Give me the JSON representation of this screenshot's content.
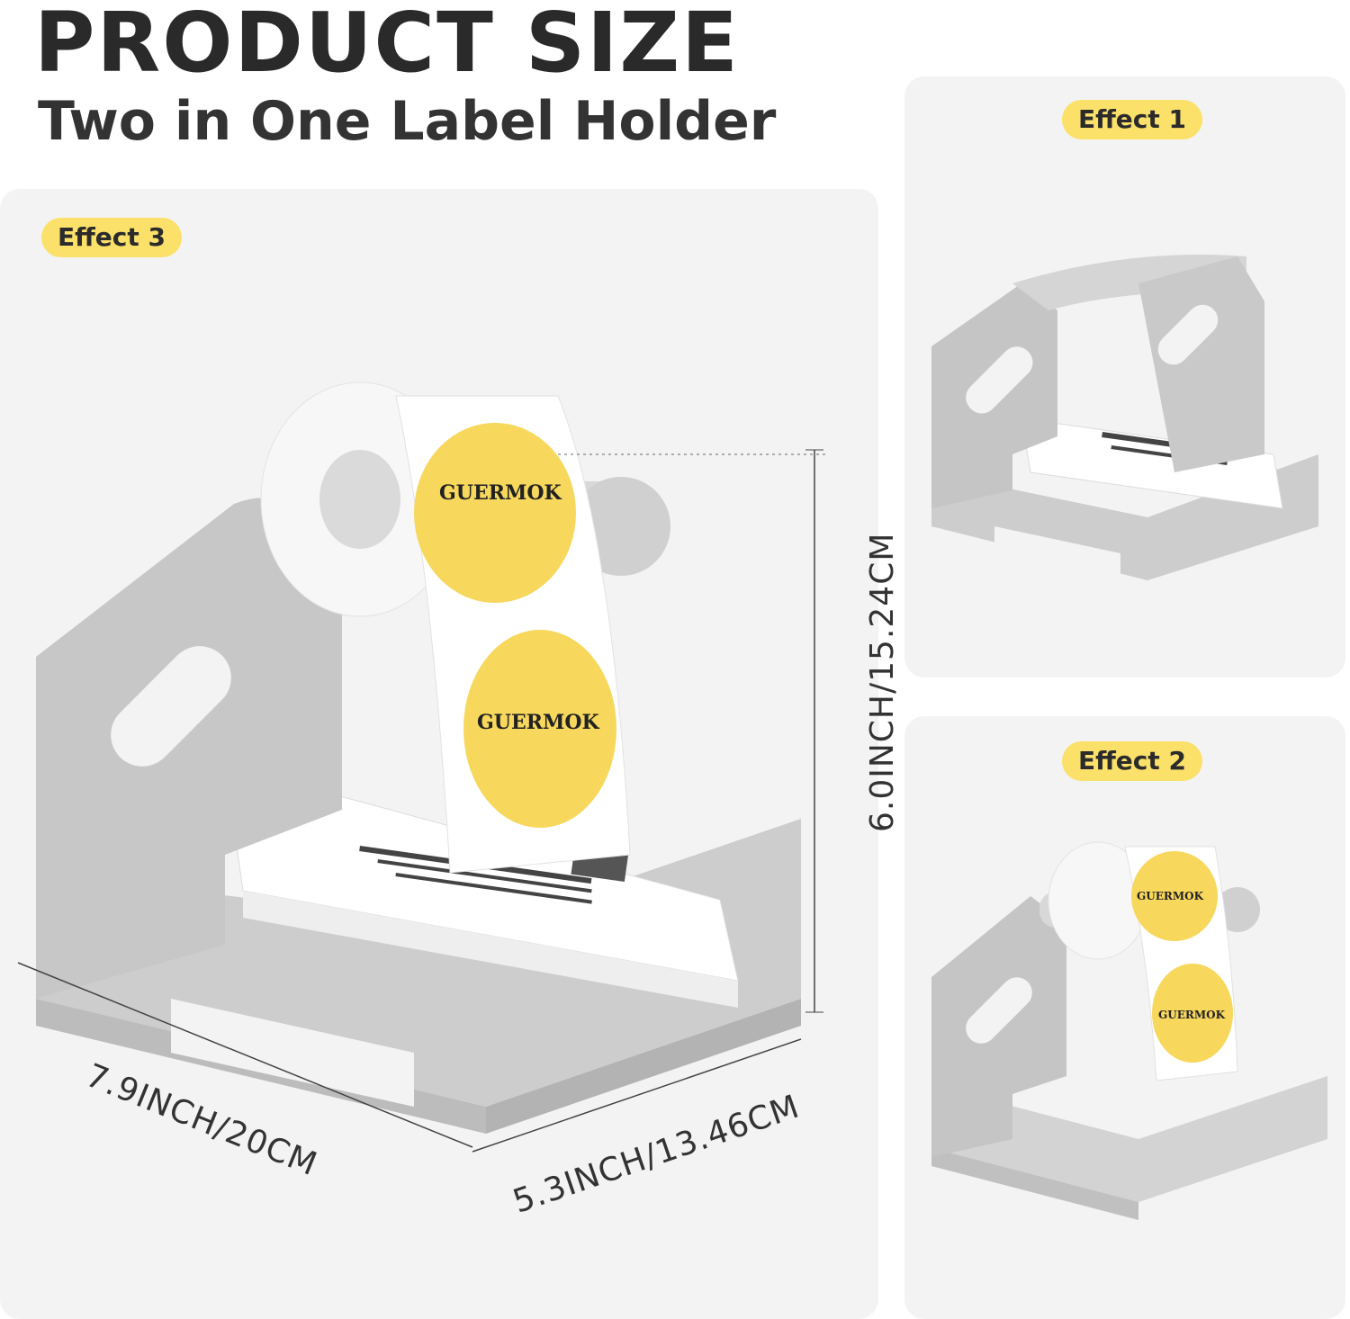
{
  "header": {
    "title": "PRODUCT SIZE",
    "subtitle": "Two in One Label Holder"
  },
  "panels": {
    "main": {
      "badge": "Effect 3"
    },
    "top_right": {
      "badge": "Effect 1"
    },
    "bottom_right": {
      "badge": "Effect 2"
    }
  },
  "dimensions": {
    "height": "6.0INCH/15.24CM",
    "length": "7.9INCH/20CM",
    "width": "5.3INCH/13.46CM"
  },
  "logo": {
    "text": "GUERMOK"
  },
  "colors": {
    "badge": "#fbe06a",
    "panel": "#f3f3f3",
    "holder": "#cfcfcf",
    "label_circle": "#f7d75c"
  }
}
